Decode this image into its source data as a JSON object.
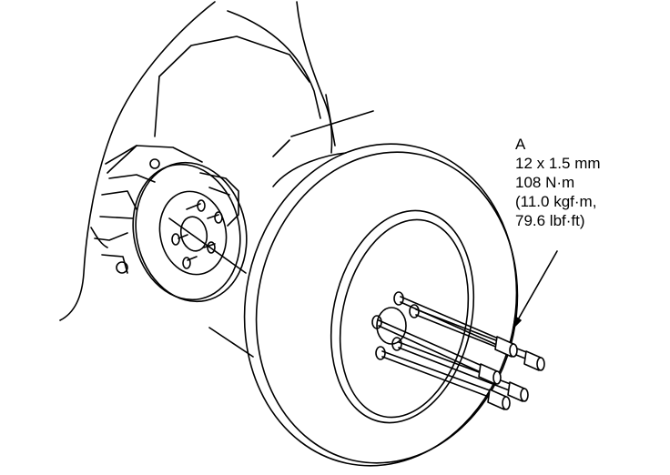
{
  "callout": {
    "label": "A",
    "size": "12 x 1.5 mm",
    "torque_nm": "108 N·m",
    "torque_kgf": "(11.0 kgf·m,",
    "torque_lbf": "79.6 lbf·ft)"
  },
  "colors": {
    "line": "#000000",
    "background": "#ffffff"
  }
}
